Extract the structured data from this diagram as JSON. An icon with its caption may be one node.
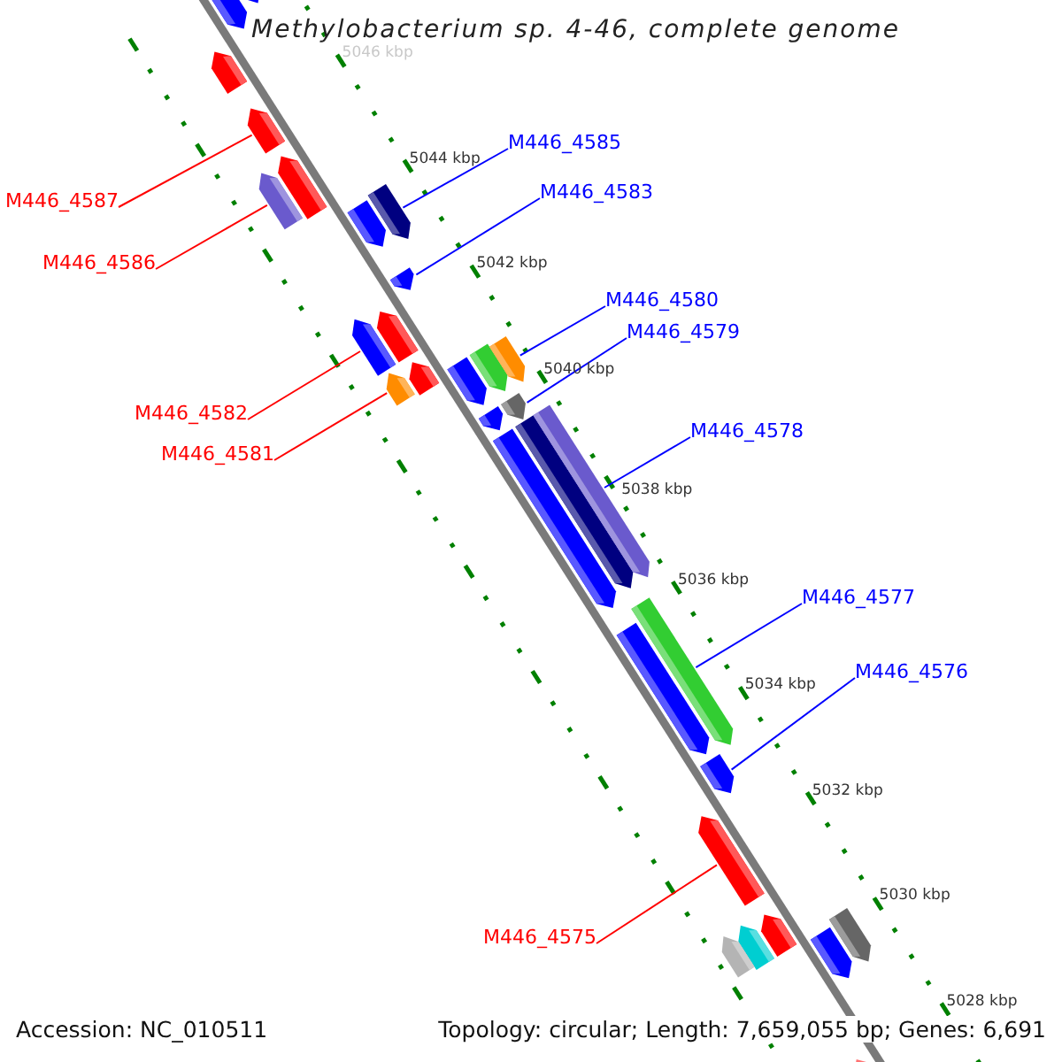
{
  "diagram": {
    "title": "Methylobacterium sp. 4-46, complete genome",
    "nodes": [
      {
        "text": [
          "M446_4585"
        ]
      },
      {
        "text": [
          "M446_4583"
        ]
      },
      {
        "text": [
          "M446_4587"
        ]
      },
      {
        "text": [
          "M446_4586"
        ]
      },
      {
        "text": [
          "M446_4580"
        ]
      },
      {
        "text": [
          "M446_4579"
        ]
      },
      {
        "text": [
          "M446_4582"
        ]
      },
      {
        "text": [
          "M446_4578"
        ]
      },
      {
        "text": [
          "M446_4581"
        ]
      },
      {
        "text": [
          "M446_4577"
        ]
      },
      {
        "text": [
          "M446_4576"
        ]
      },
      {
        "text": [
          "M446_4575"
        ]
      },
      {
        "text": [],
        "shape": "arrow"
      },
      {
        "text": [],
        "shape": "arrow"
      },
      {
        "text": [],
        "shape": "arrow"
      },
      {
        "text": [],
        "shape": "arrow"
      },
      {
        "text": [],
        "shape": "arrow"
      },
      {
        "text": [],
        "shape": "arrow"
      },
      {
        "text": [],
        "shape": "arrow"
      },
      {
        "text": [],
        "shape": "arrow"
      },
      {
        "text": [],
        "shape": "arrow"
      },
      {
        "text": [],
        "shape": "arrow"
      },
      {
        "text": [],
        "shape": "arrow"
      },
      {
        "text": [],
        "shape": "arrow"
      },
      {
        "text": [],
        "shape": "arrow"
      },
      {
        "text": [],
        "shape": "arrow"
      },
      {
        "text": [],
        "shape": "arrow"
      },
      {
        "text": [],
        "shape": "arrow"
      },
      {
        "text": [],
        "shape": "arrow"
      },
      {
        "text": [],
        "shape": "arrow"
      },
      {
        "text": [],
        "shape": "arrow"
      },
      {
        "text": [],
        "shape": "arrow"
      },
      {
        "text": [],
        "shape": "arrow"
      },
      {
        "text": [],
        "shape": "arrow"
      },
      {
        "text": [],
        "shape": "arrow"
      },
      {
        "text": [],
        "shape": "arrow"
      },
      {
        "text": [],
        "shape": "arrow"
      },
      {
        "text": [],
        "shape": "arrow"
      },
      {
        "text": [],
        "shape": "arrow"
      },
      {
        "text": [],
        "shape": "arrow"
      },
      {
        "text": [],
        "shape": "arrow"
      },
      {
        "text": [],
        "shape": "arrow"
      },
      {
        "text": [],
        "shape": "arrow"
      }
    ],
    "edges": [
      {
        "from": 0,
        "to": 19,
        "arrow": "none"
      },
      {
        "from": 1,
        "to": 20,
        "arrow": "none"
      },
      {
        "from": 2,
        "to": 15,
        "arrow": "none",
        "color": "#ff0000"
      },
      {
        "from": 3,
        "to": 16,
        "arrow": "none",
        "color": "#ff0000"
      },
      {
        "from": 4,
        "to": 27,
        "arrow": "none"
      },
      {
        "from": 5,
        "to": 29,
        "arrow": "none"
      },
      {
        "from": 6,
        "to": 21,
        "arrow": "none",
        "color": "#ff0000"
      },
      {
        "from": 7,
        "to": 32,
        "arrow": "none"
      },
      {
        "from": 8,
        "to": 23,
        "arrow": "none",
        "color": "#ff0000"
      },
      {
        "from": 9,
        "to": 33,
        "arrow": "none"
      },
      {
        "from": 10,
        "to": 35,
        "arrow": "none"
      },
      {
        "from": 11,
        "to": 36,
        "arrow": "none",
        "color": "#ff0000"
      }
    ],
    "labels": [
      "5046 kbp",
      "5044 kbp",
      "5042 kbp",
      "5040 kbp",
      "5038 kbp",
      "5036 kbp",
      "5034 kbp",
      "5032 kbp",
      "5030 kbp",
      "5028 kbp",
      "Accession: NC_010511",
      "Topology: circular; Length: 7,659,055 bp; Genes: 6,691"
    ]
  }
}
